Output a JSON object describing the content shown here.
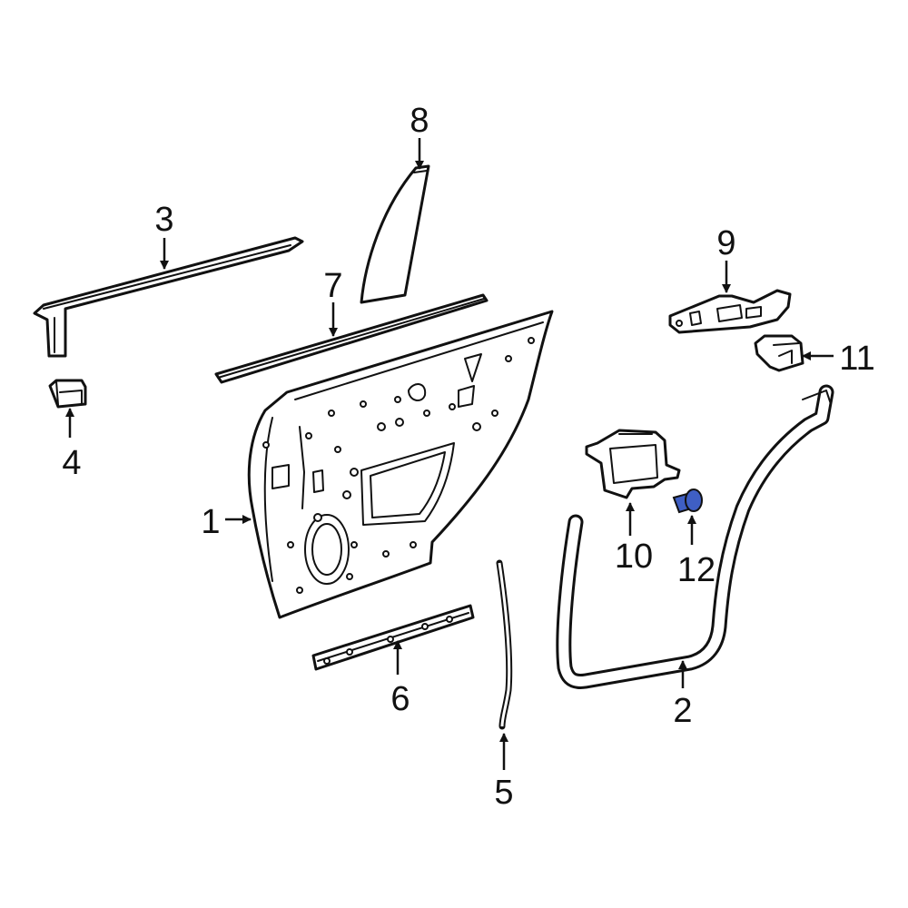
{
  "callouts": [
    {
      "id": "1",
      "label": "1"
    },
    {
      "id": "2",
      "label": "2"
    },
    {
      "id": "3",
      "label": "3"
    },
    {
      "id": "4",
      "label": "4"
    },
    {
      "id": "5",
      "label": "5"
    },
    {
      "id": "6",
      "label": "6"
    },
    {
      "id": "7",
      "label": "7"
    },
    {
      "id": "8",
      "label": "8"
    },
    {
      "id": "9",
      "label": "9"
    },
    {
      "id": "10",
      "label": "10"
    },
    {
      "id": "11",
      "label": "11"
    },
    {
      "id": "12",
      "label": "12"
    }
  ],
  "colors": {
    "line": "#111111",
    "highlight_fill": "#3f5fc4",
    "background": "#ffffff"
  }
}
